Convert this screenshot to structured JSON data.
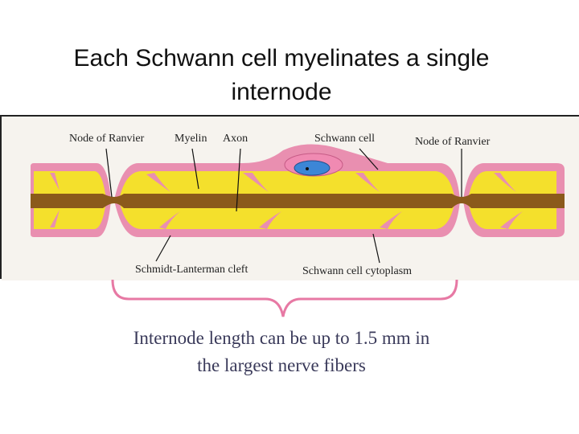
{
  "title": "Each Schwann cell myelinates a single internode",
  "labels": {
    "node_left": "Node of Ranvier",
    "myelin": "Myelin",
    "axon": "Axon",
    "schwann_cell": "Schwann cell",
    "node_right": "Node of Ranvier",
    "cleft": "Schmidt-Lanterman cleft",
    "cytoplasm": "Schwann cell cytoplasm"
  },
  "caption": "Internode length can be up to 1.5 mm in the largest nerve fibers",
  "colors": {
    "myelin": "#f4e02c",
    "sheath": "#e98fb0",
    "axon": "#8b5a1b",
    "nucleus": "#3c86d6",
    "brace": "#e779a4"
  }
}
